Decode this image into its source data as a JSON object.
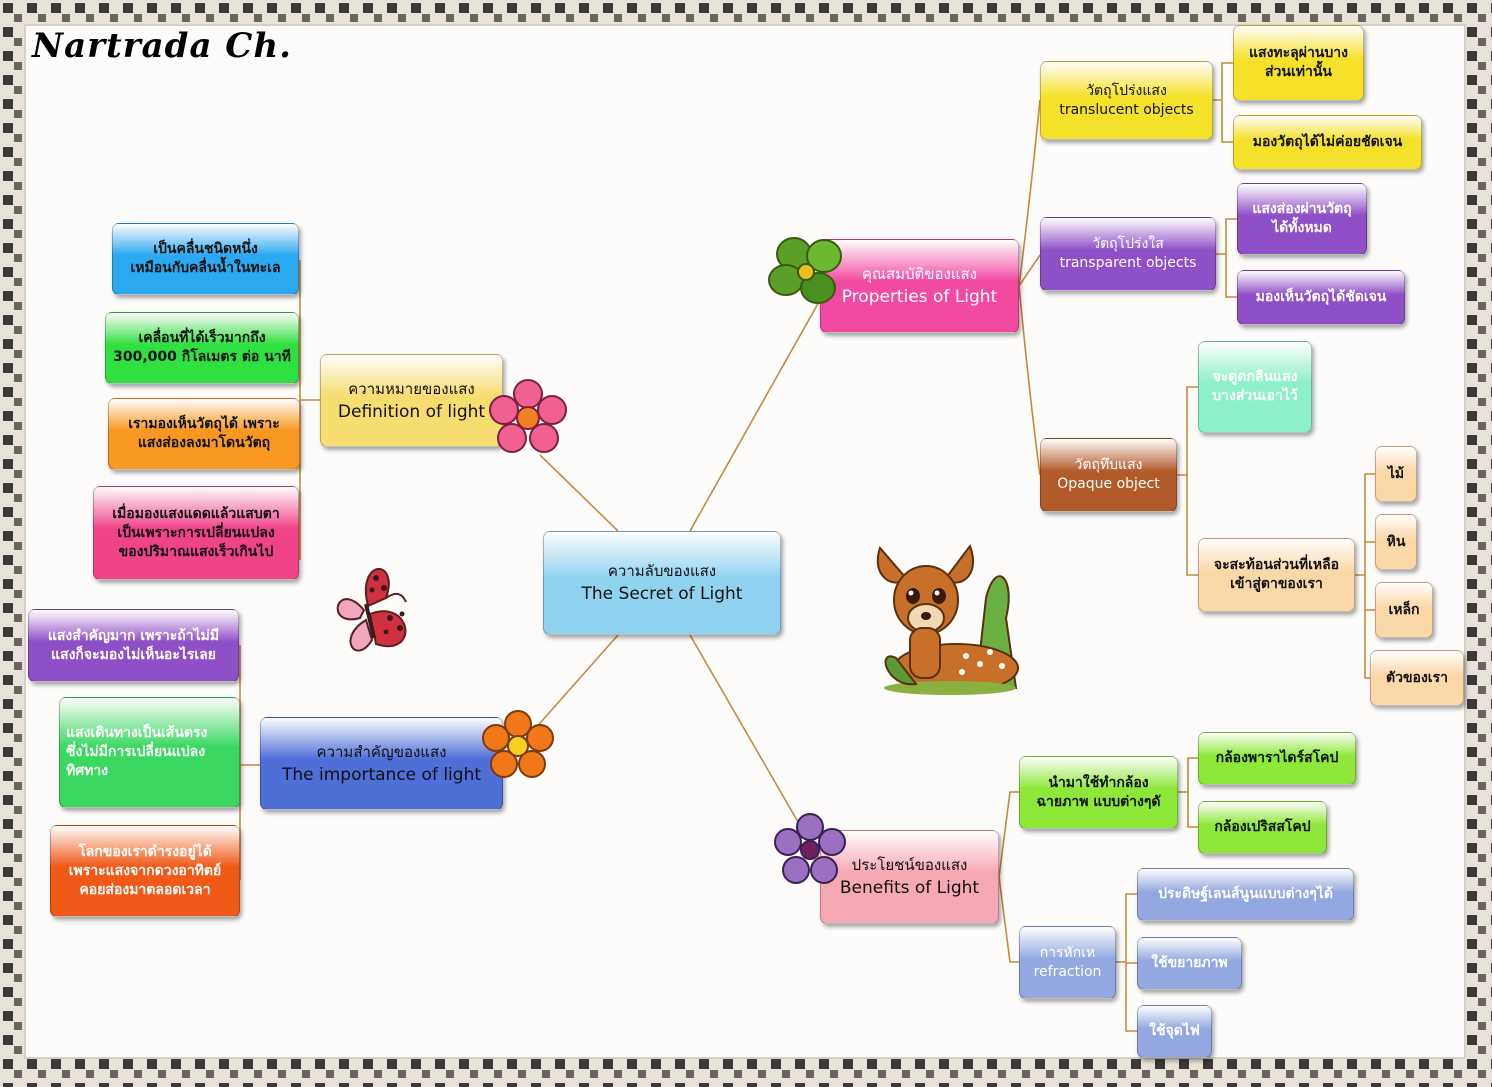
{
  "author": "Nartrada Ch.",
  "colors": {
    "center": "#8fd3f0",
    "yellow": "#f7dc6f",
    "yellow_leaf": "#f5e12a",
    "pink": "#f24aa0",
    "purple": "#8e4fc7",
    "brown": "#b25a2a",
    "peach": "#fbd8a8",
    "mint": "#8ef0c8",
    "blue": "#4f6fd8",
    "salmon": "#f6a8b4",
    "green": "#8ee83a",
    "steel": "#93a8e0",
    "connector": "#c88a3a",
    "frame_dark": "#3a3a3a",
    "frame_light": "#e8e2d8"
  },
  "center": {
    "th": "ความลับของแสง",
    "en": "The Secret of Light"
  },
  "definition": {
    "th": "ความหมายของแสง",
    "en": "Definition of light",
    "items": [
      {
        "text": [
          "เป็นคลื่นชนิดหนึ่ง",
          "เหมือนกับคลื่นน้ำในทะเล"
        ]
      },
      {
        "text": [
          "เคลื่อนที่ได้เร็วมากถึง",
          "300,000 กิโลเมตร ต่อ นาที"
        ]
      },
      {
        "text": [
          "เรามองเห็นวัตถุได้ เพราะ",
          "แสงส่องลงมาโดนวัตถุ"
        ]
      },
      {
        "text": [
          "เมื่อมองแสงแดดแล้วแสบตา",
          "เป็นเพราะการเปลี่ยนแปลง",
          "ของปริมาณแสงเร็วเกินไป"
        ]
      }
    ]
  },
  "importance": {
    "th": "ความสำคัญของแสง",
    "en": "The importance of light",
    "items": [
      {
        "text": [
          "แสงสำคัญมาก เพราะถ้าไม่มี",
          "แสงก็จะมองไม่เห็นอะไรเลย"
        ]
      },
      {
        "text": [
          "แสงเดินทางเป็นเส้นตรง",
          "ซึ่งไม่มีการเปลี่ยนแปลง",
          "ทิศทาง"
        ]
      },
      {
        "text": [
          "โลกของเราดำรงอยู่ได้",
          "เพราะแสงจากดวงอาทิตย์",
          "คอยส่องมาตลอดเวลา"
        ]
      }
    ]
  },
  "properties": {
    "th": "คุณสมบัติของแสง",
    "en": "Properties of Light",
    "translucent": {
      "th": "วัตถุโปร่งแสง",
      "en": "translucent objects",
      "items": [
        {
          "text": [
            "แสงทะลุผ่านบาง",
            "ส่วนเท่านั้น"
          ]
        },
        {
          "text": [
            "มองวัตถุได้ไม่ค่อยชัดเจน"
          ]
        }
      ]
    },
    "transparent": {
      "th": "วัตถุโปร่งใส",
      "en": "transparent objects",
      "items": [
        {
          "text": [
            "แสงส่องผ่านวัตถุ",
            "ได้ทั้งหมด"
          ]
        },
        {
          "text": [
            "มองเห็นวัตถุได้ชัดเจน"
          ]
        }
      ]
    },
    "opaque": {
      "th": "วัตถุทึบแสง",
      "en": "Opaque object",
      "absorb": {
        "text": [
          "จะดูดกลืนแสง",
          "บางส่วนเอาไว้"
        ]
      },
      "reflect": {
        "text": [
          "จะสะท้อนส่วนที่เหลือ",
          "เข้าสู่ตาของเรา"
        ]
      },
      "examples": [
        "ไม้",
        "หิน",
        "เหล็ก",
        "ตัวของเรา"
      ]
    }
  },
  "benefits": {
    "th": "ประโยชน์ของแสง",
    "en": "Benefits of Light",
    "camera": {
      "text": [
        "นำมาใช้ทำกล้อง",
        "ฉายภาพ แบบต่างๆดั"
      ],
      "items": [
        "กล้องพาราไดร์สโคป",
        "กล้องเปริสสโคป"
      ]
    },
    "refraction": {
      "th": "การหักเห",
      "en": "refraction",
      "items": [
        "ประดิษฐ์เลนส์นูนแบบต่างๆได้",
        "ใช้ขยายภาพ",
        "ใช้จุดไฟ"
      ]
    }
  }
}
